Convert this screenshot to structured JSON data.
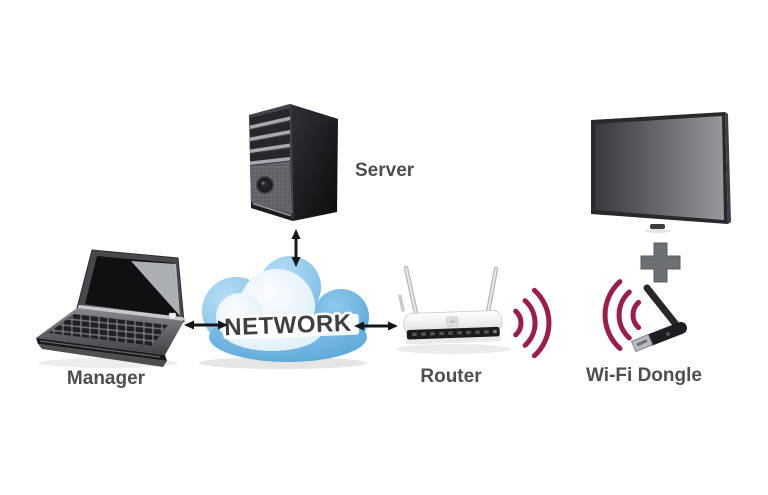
{
  "diagram": {
    "background_color": "#ffffff",
    "labels": {
      "server": "Server",
      "manager": "Manager",
      "router": "Router",
      "wifi_dongle": "Wi-Fi Dongle",
      "network": "NETWORK"
    },
    "connections": [
      {
        "from": "manager",
        "to": "network",
        "style": "double-arrow"
      },
      {
        "from": "server",
        "to": "network",
        "style": "double-arrow"
      },
      {
        "from": "network",
        "to": "router",
        "style": "double-arrow"
      },
      {
        "from": "router",
        "to": "wifi-dongle",
        "style": "wireless-waves"
      }
    ],
    "icons": [
      {
        "name": "server-tower-icon"
      },
      {
        "name": "laptop-icon"
      },
      {
        "name": "network-cloud-icon"
      },
      {
        "name": "router-icon"
      },
      {
        "name": "wifi-signal-icon"
      },
      {
        "name": "display-icon"
      },
      {
        "name": "plus-icon"
      },
      {
        "name": "wifi-dongle-icon"
      }
    ],
    "colors": {
      "wifi_wave": "#9c1c4a",
      "cloud_blue": "#7fc2e8",
      "cloud_light": "#eaf5fc",
      "label_text": "#4e4e52",
      "network_text": "#3f3f42",
      "arrow": "#161616",
      "plus": "#6d7073"
    }
  }
}
